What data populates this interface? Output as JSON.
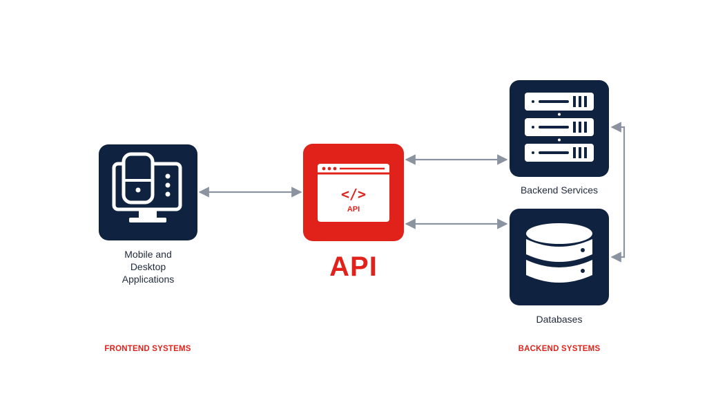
{
  "colors": {
    "navy": "#0f2340",
    "red": "#e0221b",
    "arrow": "#8c93a0",
    "white": "#ffffff"
  },
  "frontend": {
    "node_label": "Mobile and\nDesktop\nApplications",
    "icon": "mobile-desktop-icon",
    "section_label": "FRONTEND SYSTEMS"
  },
  "api": {
    "icon_text": "API",
    "code_glyph": "</>",
    "title": "API",
    "icon": "api-browser-icon"
  },
  "backend": {
    "services_label": "Backend Services",
    "services_icon": "server-stack-icon",
    "databases_label": "Databases",
    "databases_icon": "database-icon",
    "section_label": "BACKEND SYSTEMS"
  }
}
